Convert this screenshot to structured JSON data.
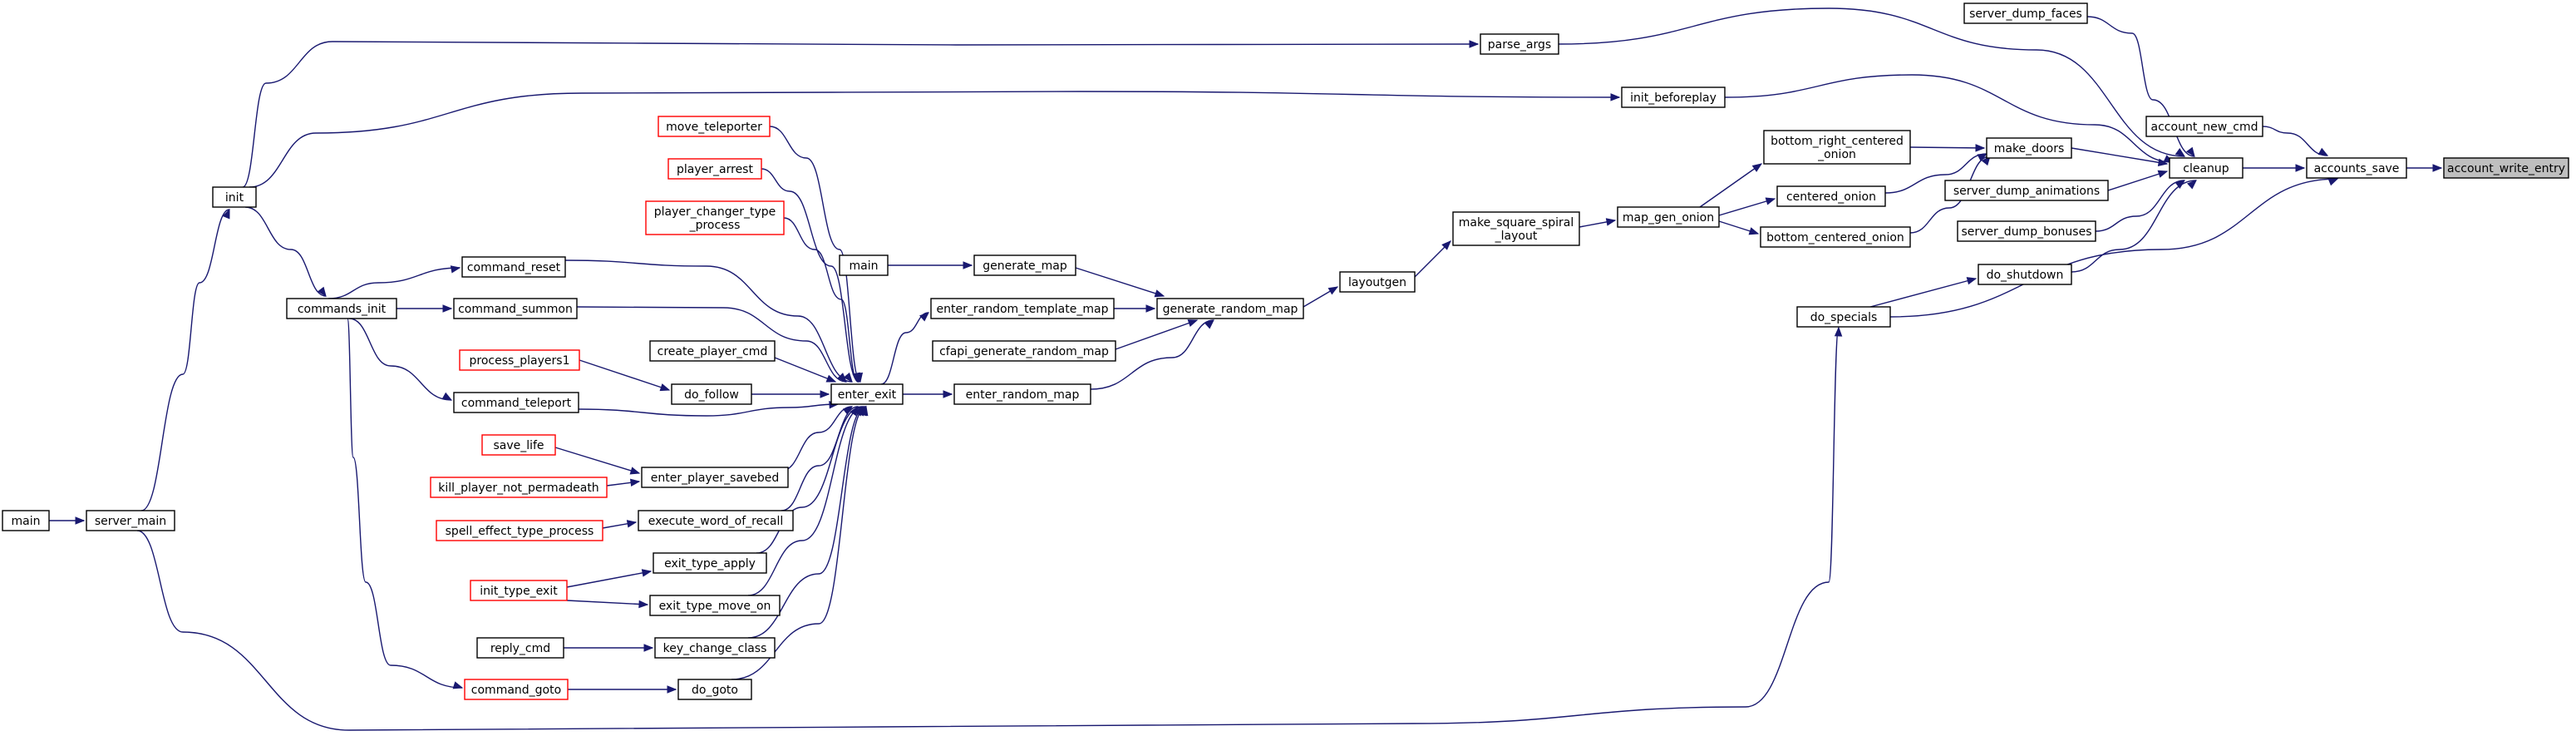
{
  "diagram": {
    "root": "account_write_entry",
    "colors": {
      "edge": "#191970",
      "truncated_border": "#ff0000",
      "node_border": "#000000",
      "root_fill": "#bfbfbf"
    },
    "nodes": {
      "account_write_entry": {
        "label": "account_write_entry",
        "style": "root"
      },
      "accounts_save": {
        "label": "accounts_save",
        "style": "normal"
      },
      "account_new_cmd": {
        "label": "account_new_cmd",
        "style": "normal"
      },
      "cleanup": {
        "label": "cleanup",
        "style": "normal"
      },
      "do_specials": {
        "label": "do_specials",
        "style": "normal"
      },
      "server_dump_faces": {
        "label": "server_dump_faces",
        "style": "normal"
      },
      "server_dump_animations": {
        "label": "server_dump_animations",
        "style": "normal"
      },
      "server_dump_bonuses": {
        "label": "server_dump_bonuses",
        "style": "normal"
      },
      "do_shutdown": {
        "label": "do_shutdown",
        "style": "normal"
      },
      "make_doors": {
        "label": "make_doors",
        "style": "normal"
      },
      "parse_args": {
        "label": "parse_args",
        "style": "normal"
      },
      "init_beforeplay": {
        "label": "init_beforeplay",
        "style": "normal"
      },
      "bottom_right_centered_onion": {
        "label": [
          "bottom_right_centered",
          "_onion"
        ],
        "style": "normal"
      },
      "centered_onion": {
        "label": "centered_onion",
        "style": "normal"
      },
      "bottom_centered_onion": {
        "label": "bottom_centered_onion",
        "style": "normal"
      },
      "map_gen_onion": {
        "label": "map_gen_onion",
        "style": "normal"
      },
      "make_square_spiral_layout": {
        "label": [
          "make_square_spiral",
          "_layout"
        ],
        "style": "normal"
      },
      "layoutgen": {
        "label": "layoutgen",
        "style": "normal"
      },
      "generate_random_map": {
        "label": "generate_random_map",
        "style": "normal"
      },
      "generate_map": {
        "label": "generate_map",
        "style": "normal"
      },
      "main_generate": {
        "label": "main",
        "style": "normal"
      },
      "enter_random_template_map": {
        "label": "enter_random_template_map",
        "style": "normal"
      },
      "cfapi_generate_random_map": {
        "label": "cfapi_generate_random_map",
        "style": "normal"
      },
      "enter_random_map": {
        "label": "enter_random_map",
        "style": "normal"
      },
      "enter_exit": {
        "label": "enter_exit",
        "style": "normal"
      },
      "move_teleporter": {
        "label": "move_teleporter",
        "style": "truncated"
      },
      "player_arrest": {
        "label": "player_arrest",
        "style": "truncated"
      },
      "player_changer_type_process": {
        "label": [
          "player_changer_type",
          "_process"
        ],
        "style": "truncated"
      },
      "command_reset": {
        "label": "command_reset",
        "style": "normal"
      },
      "command_summon": {
        "label": "command_summon",
        "style": "normal"
      },
      "create_player_cmd": {
        "label": "create_player_cmd",
        "style": "normal"
      },
      "do_follow": {
        "label": "do_follow",
        "style": "normal"
      },
      "process_players1": {
        "label": "process_players1",
        "style": "truncated"
      },
      "command_teleport": {
        "label": "command_teleport",
        "style": "normal"
      },
      "save_life": {
        "label": "save_life",
        "style": "truncated"
      },
      "enter_player_savebed": {
        "label": "enter_player_savebed",
        "style": "normal"
      },
      "kill_player_not_permadeath": {
        "label": "kill_player_not_permadeath",
        "style": "truncated"
      },
      "execute_word_of_recall": {
        "label": "execute_word_of_recall",
        "style": "normal"
      },
      "spell_effect_type_process": {
        "label": "spell_effect_type_process",
        "style": "truncated"
      },
      "exit_type_apply": {
        "label": "exit_type_apply",
        "style": "normal"
      },
      "init_type_exit": {
        "label": "init_type_exit",
        "style": "truncated"
      },
      "exit_type_move_on": {
        "label": "exit_type_move_on",
        "style": "normal"
      },
      "key_change_class": {
        "label": "key_change_class",
        "style": "normal"
      },
      "reply_cmd": {
        "label": "reply_cmd",
        "style": "normal"
      },
      "do_goto": {
        "label": "do_goto",
        "style": "normal"
      },
      "command_goto": {
        "label": "command_goto",
        "style": "truncated"
      },
      "commands_init": {
        "label": "commands_init",
        "style": "normal"
      },
      "init": {
        "label": "init",
        "style": "normal"
      },
      "server_main": {
        "label": "server_main",
        "style": "normal"
      },
      "main_server": {
        "label": "main",
        "style": "normal"
      }
    },
    "edges": [
      {
        "from": "accounts_save",
        "to": "account_write_entry"
      },
      {
        "from": "account_new_cmd",
        "to": "accounts_save"
      },
      {
        "from": "cleanup",
        "to": "accounts_save"
      },
      {
        "from": "do_specials",
        "to": "accounts_save"
      },
      {
        "from": "server_dump_faces",
        "to": "cleanup"
      },
      {
        "from": "parse_args",
        "to": "cleanup"
      },
      {
        "from": "init_beforeplay",
        "to": "cleanup"
      },
      {
        "from": "make_doors",
        "to": "cleanup"
      },
      {
        "from": "server_dump_animations",
        "to": "cleanup"
      },
      {
        "from": "server_dump_bonuses",
        "to": "cleanup"
      },
      {
        "from": "do_shutdown",
        "to": "cleanup"
      },
      {
        "from": "do_specials",
        "to": "do_shutdown"
      },
      {
        "from": "bottom_right_centered_onion",
        "to": "make_doors"
      },
      {
        "from": "centered_onion",
        "to": "make_doors"
      },
      {
        "from": "bottom_centered_onion",
        "to": "make_doors"
      },
      {
        "from": "map_gen_onion",
        "to": "bottom_right_centered_onion"
      },
      {
        "from": "map_gen_onion",
        "to": "centered_onion"
      },
      {
        "from": "map_gen_onion",
        "to": "bottom_centered_onion"
      },
      {
        "from": "make_square_spiral_layout",
        "to": "map_gen_onion"
      },
      {
        "from": "layoutgen",
        "to": "make_square_spiral_layout"
      },
      {
        "from": "generate_random_map",
        "to": "layoutgen"
      },
      {
        "from": "generate_map",
        "to": "generate_random_map"
      },
      {
        "from": "enter_random_template_map",
        "to": "generate_random_map"
      },
      {
        "from": "cfapi_generate_random_map",
        "to": "generate_random_map"
      },
      {
        "from": "enter_random_map",
        "to": "generate_random_map"
      },
      {
        "from": "main_generate",
        "to": "generate_map"
      },
      {
        "from": "enter_exit",
        "to": "enter_random_template_map"
      },
      {
        "from": "enter_exit",
        "to": "enter_random_map"
      },
      {
        "from": "move_teleporter",
        "to": "enter_exit"
      },
      {
        "from": "player_arrest",
        "to": "enter_exit"
      },
      {
        "from": "player_changer_type_process",
        "to": "enter_exit"
      },
      {
        "from": "command_reset",
        "to": "enter_exit"
      },
      {
        "from": "command_summon",
        "to": "enter_exit"
      },
      {
        "from": "create_player_cmd",
        "to": "enter_exit"
      },
      {
        "from": "do_follow",
        "to": "enter_exit"
      },
      {
        "from": "command_teleport",
        "to": "enter_exit"
      },
      {
        "from": "enter_player_savebed",
        "to": "enter_exit"
      },
      {
        "from": "execute_word_of_recall",
        "to": "enter_exit"
      },
      {
        "from": "exit_type_apply",
        "to": "enter_exit"
      },
      {
        "from": "exit_type_move_on",
        "to": "enter_exit"
      },
      {
        "from": "key_change_class",
        "to": "enter_exit"
      },
      {
        "from": "do_goto",
        "to": "enter_exit"
      },
      {
        "from": "process_players1",
        "to": "do_follow"
      },
      {
        "from": "save_life",
        "to": "enter_player_savebed"
      },
      {
        "from": "kill_player_not_permadeath",
        "to": "enter_player_savebed"
      },
      {
        "from": "spell_effect_type_process",
        "to": "execute_word_of_recall"
      },
      {
        "from": "init_type_exit",
        "to": "exit_type_apply"
      },
      {
        "from": "init_type_exit",
        "to": "exit_type_move_on"
      },
      {
        "from": "reply_cmd",
        "to": "key_change_class"
      },
      {
        "from": "command_goto",
        "to": "do_goto"
      },
      {
        "from": "commands_init",
        "to": "command_reset"
      },
      {
        "from": "commands_init",
        "to": "command_summon"
      },
      {
        "from": "commands_init",
        "to": "command_teleport"
      },
      {
        "from": "commands_init",
        "to": "command_goto"
      },
      {
        "from": "init",
        "to": "commands_init"
      },
      {
        "from": "init",
        "to": "parse_args"
      },
      {
        "from": "init",
        "to": "init_beforeplay"
      },
      {
        "from": "server_main",
        "to": "init"
      },
      {
        "from": "server_main",
        "to": "do_specials"
      },
      {
        "from": "main_server",
        "to": "server_main"
      }
    ]
  }
}
